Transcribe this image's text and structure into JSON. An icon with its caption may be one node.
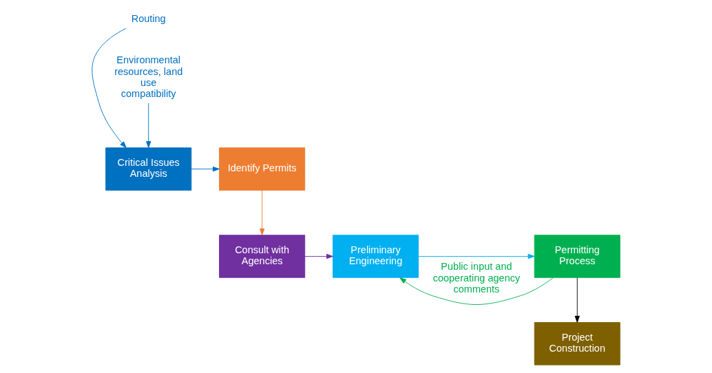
{
  "diagram": {
    "nodes": [
      {
        "text": [
          "Routing"
        ]
      },
      {
        "text": [
          "Critical Issues Analysis"
        ]
      },
      {
        "text": [
          "Environmental resources, land use compatibility"
        ]
      },
      {
        "text": [
          "Identify Permits"
        ]
      },
      {
        "text": [
          "Consult with Agencies"
        ]
      },
      {
        "text": [
          "Preliminary Engineering"
        ]
      },
      {
        "text": [
          "Permitting Process"
        ]
      },
      {
        "text": [
          "Project Construction"
        ]
      }
    ],
    "edges": [
      {
        "from": 0,
        "to": 1,
        "arrow": "to",
        "color": "#0070c0"
      },
      {
        "from": 2,
        "to": 1,
        "arrow": "to",
        "color": "#0070c0"
      },
      {
        "from": 1,
        "to": 3,
        "arrow": "to",
        "color": "#0070c0"
      },
      {
        "from": 3,
        "to": 4,
        "arrow": "to",
        "color": "#ed7d31"
      },
      {
        "from": 4,
        "to": 5,
        "arrow": "to",
        "color": "#7030a0"
      },
      {
        "from": 5,
        "to": 6,
        "arrow": "to",
        "color": "#00b0f0"
      },
      {
        "from": 6,
        "to": 5,
        "arrow": "to",
        "color": "#00b050",
        "label": "Public input and cooperating agency comments"
      },
      {
        "from": 6,
        "to": 7,
        "arrow": "to",
        "color": "#000000"
      }
    ]
  }
}
